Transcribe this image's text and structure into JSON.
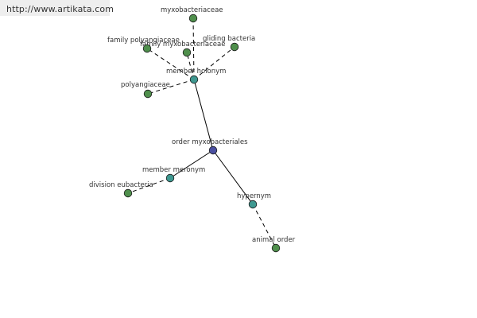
{
  "header": {
    "url": "http://www.artikata.com"
  },
  "colors": {
    "root": "#4a4fa0",
    "relation": "#3e9890",
    "leaf": "#4f8f4c"
  },
  "nodes": {
    "order_myxobacteriales": {
      "label": "order myxobacteriales"
    },
    "member_holonym": {
      "label": "member holonym"
    },
    "myxobacteriaceae": {
      "label": "myxobacteriaceae"
    },
    "family_polyangiaceae": {
      "label": "family polyangiaceae"
    },
    "family_myxobacteriaceae": {
      "label": "family myxobacteriaceae"
    },
    "gliding_bacteria": {
      "label": "gliding bacteria"
    },
    "polyangiaceae": {
      "label": "polyangiaceae"
    },
    "member_meronym": {
      "label": "member meronym"
    },
    "division_eubacteria": {
      "label": "division eubacteria"
    },
    "hypernym": {
      "label": "hypernym"
    },
    "animal_order": {
      "label": "animal order"
    }
  }
}
